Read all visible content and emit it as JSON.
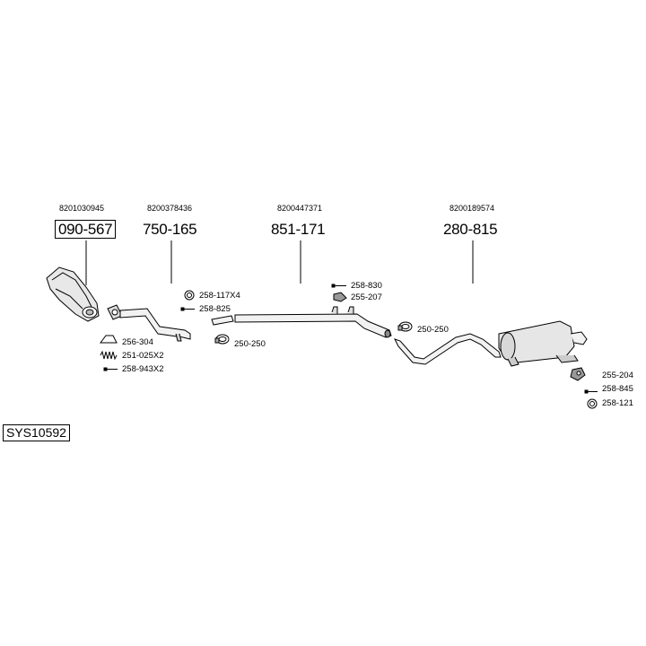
{
  "system_code": "SYS10592",
  "parts": [
    {
      "oem": "8201030945",
      "number": "090-567",
      "boxed": true,
      "name": "catalytic-converter"
    },
    {
      "oem": "8200378436",
      "number": "750-165",
      "boxed": false,
      "name": "front-pipe"
    },
    {
      "oem": "8200447371",
      "number": "851-171",
      "boxed": false,
      "name": "middle-pipe"
    },
    {
      "oem": "8200189574",
      "number": "280-815",
      "boxed": false,
      "name": "rear-silencer"
    }
  ],
  "accessories": {
    "a1": "258-117X4",
    "a2": "258-825",
    "a3": "250-250",
    "a4": "258-830",
    "a5": "255-207",
    "a6": "250-250",
    "a7": "256-304",
    "a8": "251-025X2",
    "a9": "258-943X2",
    "a10": "255-204",
    "a11": "258-845",
    "a12": "258-121"
  },
  "icons": [
    "gasket-ring-icon",
    "bolt-icon",
    "clamp-icon",
    "rubber-hanger-icon",
    "spring-icon",
    "exhaust-pipe-icon",
    "silencer-icon",
    "catalytic-converter-icon"
  ]
}
